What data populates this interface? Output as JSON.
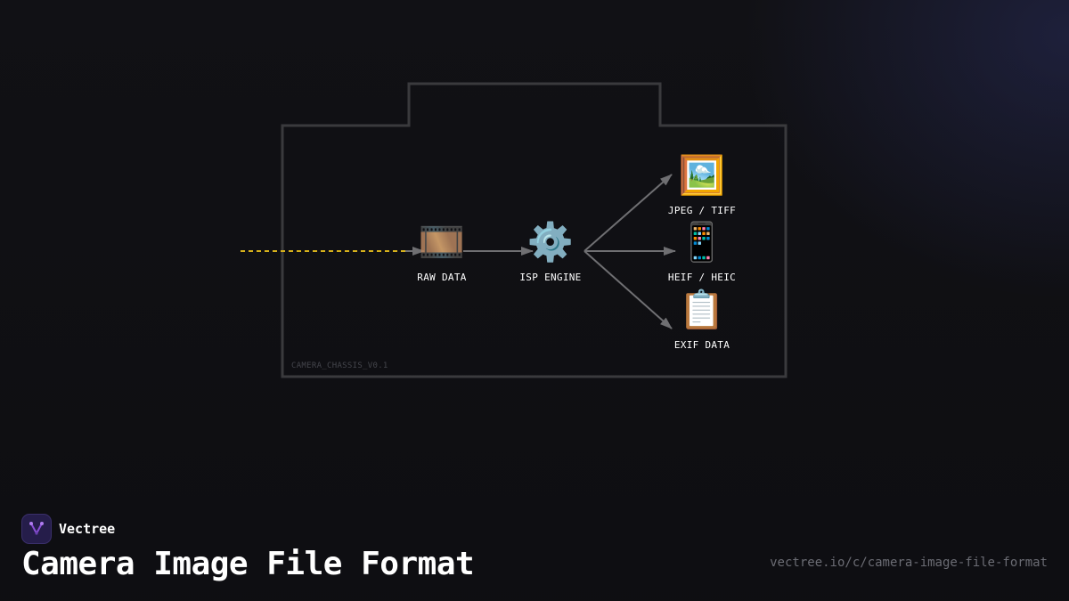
{
  "diagram": {
    "nodes": {
      "raw": {
        "label": "RAW DATA",
        "icon": "film-frames-icon",
        "glyph": "🎞️"
      },
      "isp": {
        "label": "ISP ENGINE",
        "icon": "gear-icon",
        "glyph": "⚙️"
      },
      "jpeg": {
        "label": "JPEG / TIFF",
        "icon": "framed-picture-icon",
        "glyph": "🖼️"
      },
      "heif": {
        "label": "HEIF / HEIC",
        "icon": "mobile-phone-icon",
        "glyph": "📱"
      },
      "exif": {
        "label": "EXIF DATA",
        "icon": "clipboard-icon",
        "glyph": "📋"
      }
    },
    "chassis_label": "CAMERA_CHASSIS_V0.1"
  },
  "footer": {
    "brand_name": "Vectree",
    "title": "Camera Image File Format",
    "url": "vectree.io/c/camera-image-file-format"
  },
  "colors": {
    "background": "#111115",
    "chassis_outline": "#3a3a3d",
    "arrow": "#6f6f72",
    "input_signal": "#d6b11c",
    "brand_accent": "#8a4fd6"
  }
}
